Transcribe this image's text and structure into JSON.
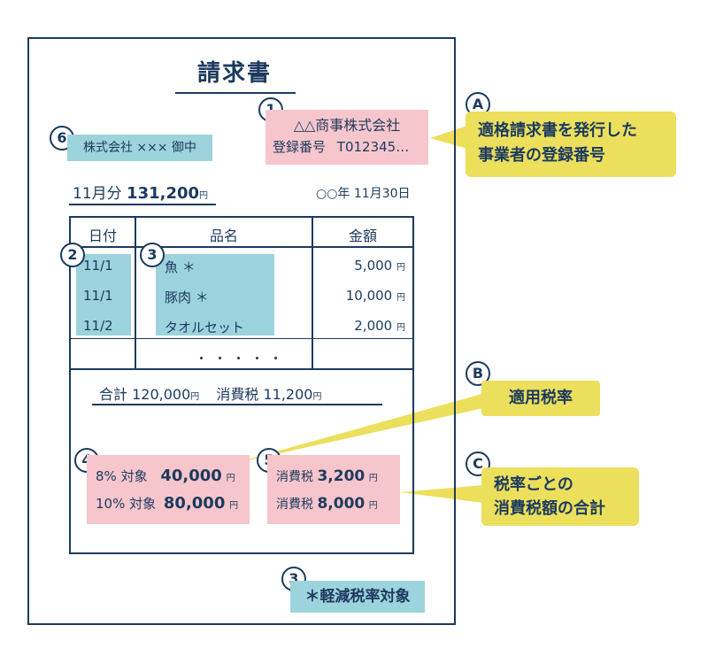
{
  "document": {
    "title": "請求書",
    "issuer_name": "△△商事株式会社",
    "issuer_reg_label": "登録番号",
    "issuer_reg_number": "T012345…",
    "customer": "株式会社 ××× 御中",
    "month_label": "11月分",
    "month_amount": "131,200",
    "yen": "円",
    "date": "○○年 11月30日"
  },
  "table": {
    "headers": [
      "日付",
      "品名",
      "金額"
    ],
    "rows": [
      {
        "date": "11/1",
        "item": "魚 ＊",
        "amount": "5,000"
      },
      {
        "date": "11/1",
        "item": "豚肉 ＊",
        "amount": "10,000"
      },
      {
        "date": "11/2",
        "item": "タオルセット",
        "amount": "2,000"
      }
    ],
    "ellipsis": "・・・・・",
    "subtotal_label": "合計",
    "subtotal_value": "120,000",
    "tax_label": "消費税",
    "tax_value": "11,200"
  },
  "rates": {
    "r8_label": "8% 対象",
    "r8_value": "40,000",
    "r10_label": "10% 対象",
    "r10_value": "80,000",
    "tax_label": "消費税",
    "tax8_value": "3,200",
    "tax10_value": "8,000"
  },
  "note": "＊軽減税率対象",
  "markers": {
    "m1": "1",
    "m2": "2",
    "m3": "3",
    "m4": "4",
    "m5": "5",
    "m6": "6",
    "mA": "A",
    "mB": "B",
    "mC": "C"
  },
  "callouts": {
    "a_line1": "適格請求書を発行した",
    "a_line2": "事業者の登録番号",
    "b": "適用税率",
    "c_line1": "税率ごとの",
    "c_line2": "消費税額の合計"
  },
  "colors": {
    "navy": "#1c3a5e",
    "pink": "#f6c6cc",
    "blue": "#9dd3dc",
    "yellow": "#ecdf5c"
  }
}
